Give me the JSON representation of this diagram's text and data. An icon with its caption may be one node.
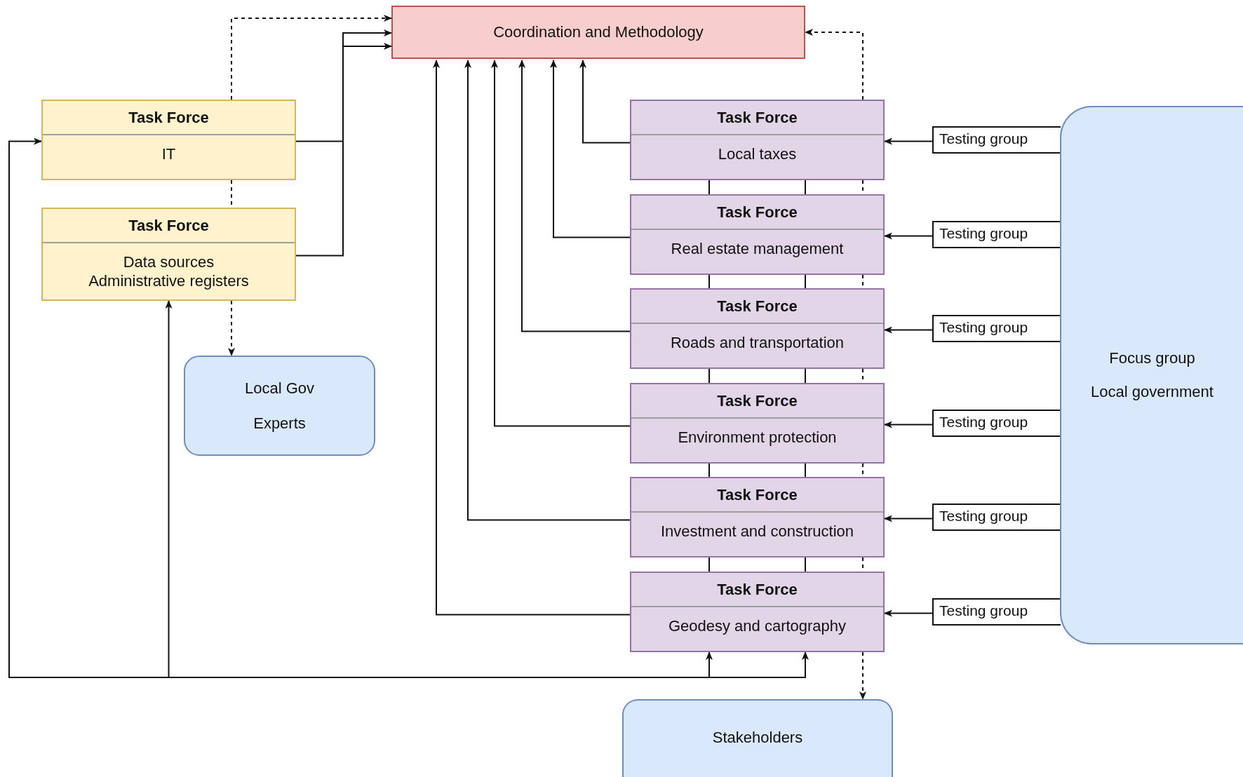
{
  "diagram": {
    "nodes": [
      {
        "text": [
          "Coordination and Methodology"
        ]
      },
      {
        "text": [
          "Task Force",
          "IT"
        ]
      },
      {
        "text": [
          "Task Force",
          "Data sources",
          "Administrative registers"
        ]
      },
      {
        "text": [
          "Local Gov",
          "Experts"
        ]
      },
      {
        "text": [
          "Task Force",
          "Local taxes"
        ]
      },
      {
        "text": [
          "Task Force",
          "Real estate management"
        ]
      },
      {
        "text": [
          "Task Force",
          "Roads and transportation"
        ]
      },
      {
        "text": [
          "Task Force",
          "Environment protection"
        ]
      },
      {
        "text": [
          "Task Force",
          "Investment and construction"
        ]
      },
      {
        "text": [
          "Task Force",
          "Geodesy and cartography"
        ]
      },
      {
        "text": [
          "Testing group"
        ]
      },
      {
        "text": [
          "Testing group"
        ]
      },
      {
        "text": [
          "Testing group"
        ]
      },
      {
        "text": [
          "Testing group"
        ]
      },
      {
        "text": [
          "Testing group"
        ]
      },
      {
        "text": [
          "Testing group"
        ]
      },
      {
        "text": [
          "Focus group",
          "Local government"
        ]
      },
      {
        "text": [
          "Stakeholders"
        ]
      }
    ],
    "edges": [
      {
        "from": 10,
        "to": 4,
        "arrow": "to"
      },
      {
        "from": 11,
        "to": 5,
        "arrow": "to"
      },
      {
        "from": 12,
        "to": 6,
        "arrow": "to"
      },
      {
        "from": 13,
        "to": 7,
        "arrow": "to"
      },
      {
        "from": 14,
        "to": 8,
        "arrow": "to"
      },
      {
        "from": 15,
        "to": 9,
        "arrow": "to"
      },
      {
        "from": 4,
        "to": 0,
        "arrow": "to"
      },
      {
        "from": 5,
        "to": 0,
        "arrow": "to"
      },
      {
        "from": 6,
        "to": 0,
        "arrow": "to"
      },
      {
        "from": 7,
        "to": 0,
        "arrow": "to"
      },
      {
        "from": 8,
        "to": 0,
        "arrow": "to"
      },
      {
        "from": 9,
        "to": 0,
        "arrow": "to"
      },
      {
        "from": 1,
        "to": 0,
        "arrow": "to"
      },
      {
        "from": 2,
        "to": 0,
        "arrow": "to"
      },
      {
        "from": 1,
        "to": 0,
        "arrow": "to",
        "style": "dashed"
      },
      {
        "from": 1,
        "to": 2,
        "arrow": "none",
        "style": "dashed"
      },
      {
        "from": 2,
        "to": 3,
        "arrow": "to",
        "style": "dashed"
      },
      {
        "from": 4,
        "to": 0,
        "arrow": "to",
        "style": "dashed"
      },
      {
        "from": 4,
        "to": 5,
        "arrow": "none",
        "style": "dashed"
      },
      {
        "from": 5,
        "to": 6,
        "arrow": "none",
        "style": "dashed"
      },
      {
        "from": 6,
        "to": 7,
        "arrow": "none",
        "style": "dashed"
      },
      {
        "from": 7,
        "to": 8,
        "arrow": "none",
        "style": "dashed"
      },
      {
        "from": 8,
        "to": 9,
        "arrow": "none",
        "style": "dashed"
      },
      {
        "from": 9,
        "to": 17,
        "arrow": "to",
        "style": "dashed"
      },
      {
        "from": 4,
        "to": 5,
        "arrow": "none"
      },
      {
        "from": 4,
        "to": 5,
        "arrow": "none"
      },
      {
        "from": 5,
        "to": 6,
        "arrow": "none"
      },
      {
        "from": 5,
        "to": 6,
        "arrow": "none"
      },
      {
        "from": 6,
        "to": 7,
        "arrow": "none"
      },
      {
        "from": 6,
        "to": 7,
        "arrow": "none"
      },
      {
        "from": 7,
        "to": 8,
        "arrow": "none"
      },
      {
        "from": 7,
        "to": 8,
        "arrow": "none"
      },
      {
        "from": 8,
        "to": 9,
        "arrow": "none"
      },
      {
        "from": 8,
        "to": 9,
        "arrow": "none"
      },
      {
        "from": 1,
        "to": 9,
        "arrow": "both"
      },
      {
        "from": 2,
        "to": 9,
        "arrow": "both"
      }
    ]
  }
}
